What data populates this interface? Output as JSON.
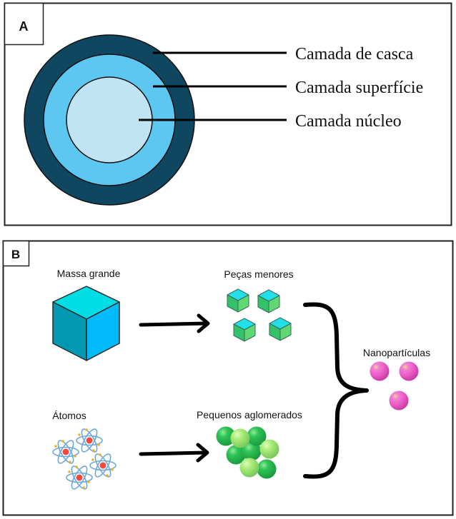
{
  "panel_a": {
    "label": "A",
    "layers": [
      {
        "name": "Camada de casca",
        "color": "#0F4660"
      },
      {
        "name": "Camada superfície",
        "color": "#5CC8F2"
      },
      {
        "name": "Camada núcleo",
        "color": "#C0E4F4"
      }
    ]
  },
  "panel_b": {
    "label": "B",
    "top_row": {
      "source_label": "Massa grande",
      "result_label": "Peças menores"
    },
    "bottom_row": {
      "source_label": "Átomos",
      "result_label": "Pequenos aglomerados"
    },
    "product_label": "Nanopartículas",
    "colors": {
      "cube_top": "#00DDE6",
      "cube_left": "#0298B2",
      "cube_right": "#00BAF9",
      "small_cube_top": "#22E0EA",
      "small_cube_side_dark": "#33C26A",
      "small_cube_side_light": "#5ED972",
      "green_dark": "#2EC456",
      "green_light": "#A8EC78",
      "pink": "#EC5CC8",
      "atom_orbit": "#6AA8DA",
      "atom_nucleus": "#F04A3C",
      "atom_electron": "#F2B024"
    }
  }
}
